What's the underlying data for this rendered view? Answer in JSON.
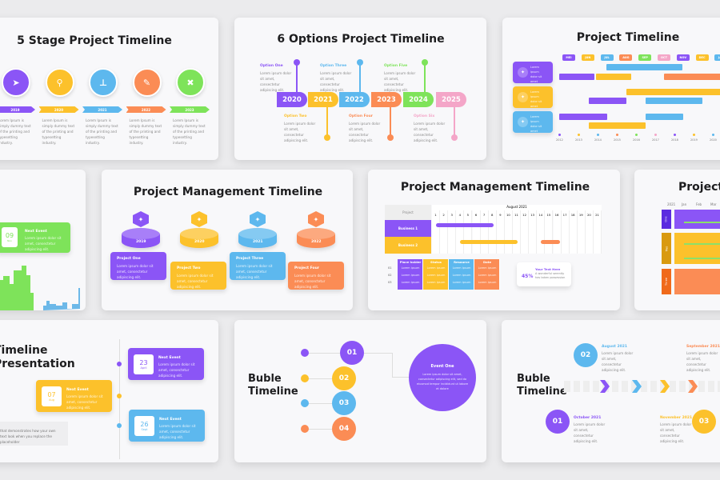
{
  "colors": {
    "purple": "#8b55f6",
    "yellow": "#fcc12b",
    "blue": "#5db8ee",
    "orange": "#fb8c55",
    "green": "#7ee35a",
    "pink": "#f4a6c8"
  },
  "lorem_short": "Lorem ipsum dolor sit amet, consectetur adipiscing elit.",
  "slide1": {
    "title": "5 Stage Project Timeline",
    "stages": [
      {
        "year": "2019",
        "icon": "paper-plane-icon"
      },
      {
        "year": "2020",
        "icon": "magnifier-icon"
      },
      {
        "year": "2021",
        "icon": "hierarchy-icon"
      },
      {
        "year": "2022",
        "icon": "megaphone-icon"
      },
      {
        "year": "2023",
        "icon": "pin-icon"
      }
    ],
    "text": "Lorem Ipsum is simply dummy text of the printing and typesetting industry."
  },
  "slide2": {
    "title": "6 Options Project Timeline",
    "years": [
      "2020",
      "2021",
      "2022",
      "2023",
      "2024",
      "2025"
    ],
    "options": [
      "Option One",
      "Option Two",
      "Option Three",
      "Option Four",
      "Option Five",
      "Option Six"
    ]
  },
  "slide3": {
    "title": "Project Timeline",
    "months": [
      "MEI",
      "JUN",
      "JUL",
      "AUG",
      "SEP",
      "OCT",
      "NOV",
      "DEC",
      "JAN"
    ],
    "years": [
      "2012",
      "2013",
      "2014",
      "2015",
      "2016",
      "2017",
      "2018",
      "2019",
      "2020"
    ],
    "card_text": "Lorem ipsum dolor sit amet"
  },
  "slide4": {
    "date_num": "09",
    "date_mon": "Nov",
    "event": "Next Event"
  },
  "slide5": {
    "title": "Project Management Timeline",
    "years": [
      "2019",
      "2020",
      "2021",
      "2022"
    ],
    "projects": [
      "Project One",
      "Project Two",
      "Project Three",
      "Project Four"
    ],
    "text": "Lorem ipsum dolor sit amet, consectetur adipiscing elit."
  },
  "slide6": {
    "title": "Project Management Timeline",
    "project_header": "Project",
    "month": "August 2021",
    "days": [
      "1",
      "2",
      "3",
      "4",
      "5",
      "6",
      "7",
      "8",
      "9",
      "10",
      "11",
      "12",
      "13",
      "14",
      "15",
      "16",
      "17",
      "18",
      "19",
      "20",
      "21"
    ],
    "rows": [
      "Business 1",
      "Business 2"
    ],
    "table_headers": [
      "Place holder",
      "Status",
      "Resource",
      "Date"
    ],
    "row_nums": [
      "01",
      "02",
      "03"
    ],
    "cell": "Lorem ipsum",
    "callout": {
      "title": "Your Text Here",
      "percent": "45%",
      "text": "A wonderful serenity has taken possession"
    }
  },
  "slide7": {
    "title": "Project",
    "header": [
      "2021",
      "Jan",
      "Feb",
      "Mar"
    ],
    "rows": [
      "One",
      "Two",
      "Three"
    ]
  },
  "slide8": {
    "title_line1": "Timeline",
    "title_line2": "Presentation",
    "events": [
      {
        "num": "23",
        "mon": "April",
        "label": "Next Event"
      },
      {
        "num": "07",
        "mon": "Aug",
        "label": "Next Event"
      },
      {
        "num": "26",
        "mon": "Sept",
        "label": "Next Event"
      }
    ],
    "note": "that demonstrates how your own text look when you replace the placeholder"
  },
  "slide9": {
    "title_line1": "Buble",
    "title_line2": "Timeline",
    "nums": [
      "01",
      "02",
      "03",
      "04"
    ],
    "event_title": "Event One",
    "event_text": "Lorem ipsum dolor sit amet, consectetur adipiscing elit, sed do eiusmod tempor incididunt ut labore et dolore"
  },
  "slide10": {
    "title_line1": "Buble",
    "title_line2": "Timeline",
    "items": [
      {
        "num": "01",
        "date": "October 2021"
      },
      {
        "num": "02",
        "date": "August 2021"
      },
      {
        "num": "03",
        "date": "November 2021"
      },
      {
        "date": "September 2021"
      }
    ]
  }
}
